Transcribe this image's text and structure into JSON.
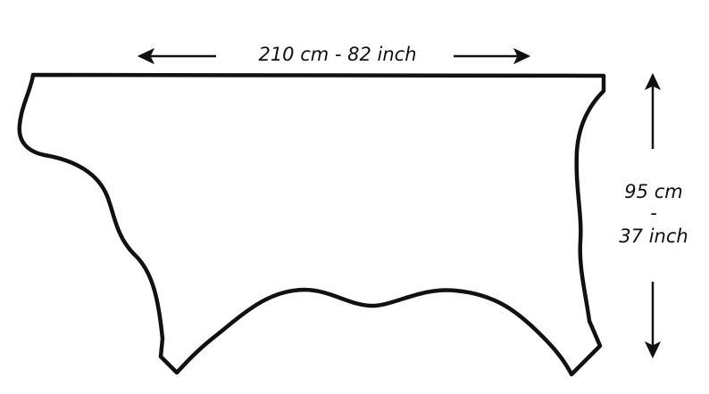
{
  "dimensions": {
    "width_label": "210 cm - 82 inch",
    "height_metric": "95 cm",
    "height_separator": "-",
    "height_imperial": "37 inch"
  },
  "colors": {
    "outline": "#111111",
    "background": "#ffffff",
    "text": "#111111"
  }
}
